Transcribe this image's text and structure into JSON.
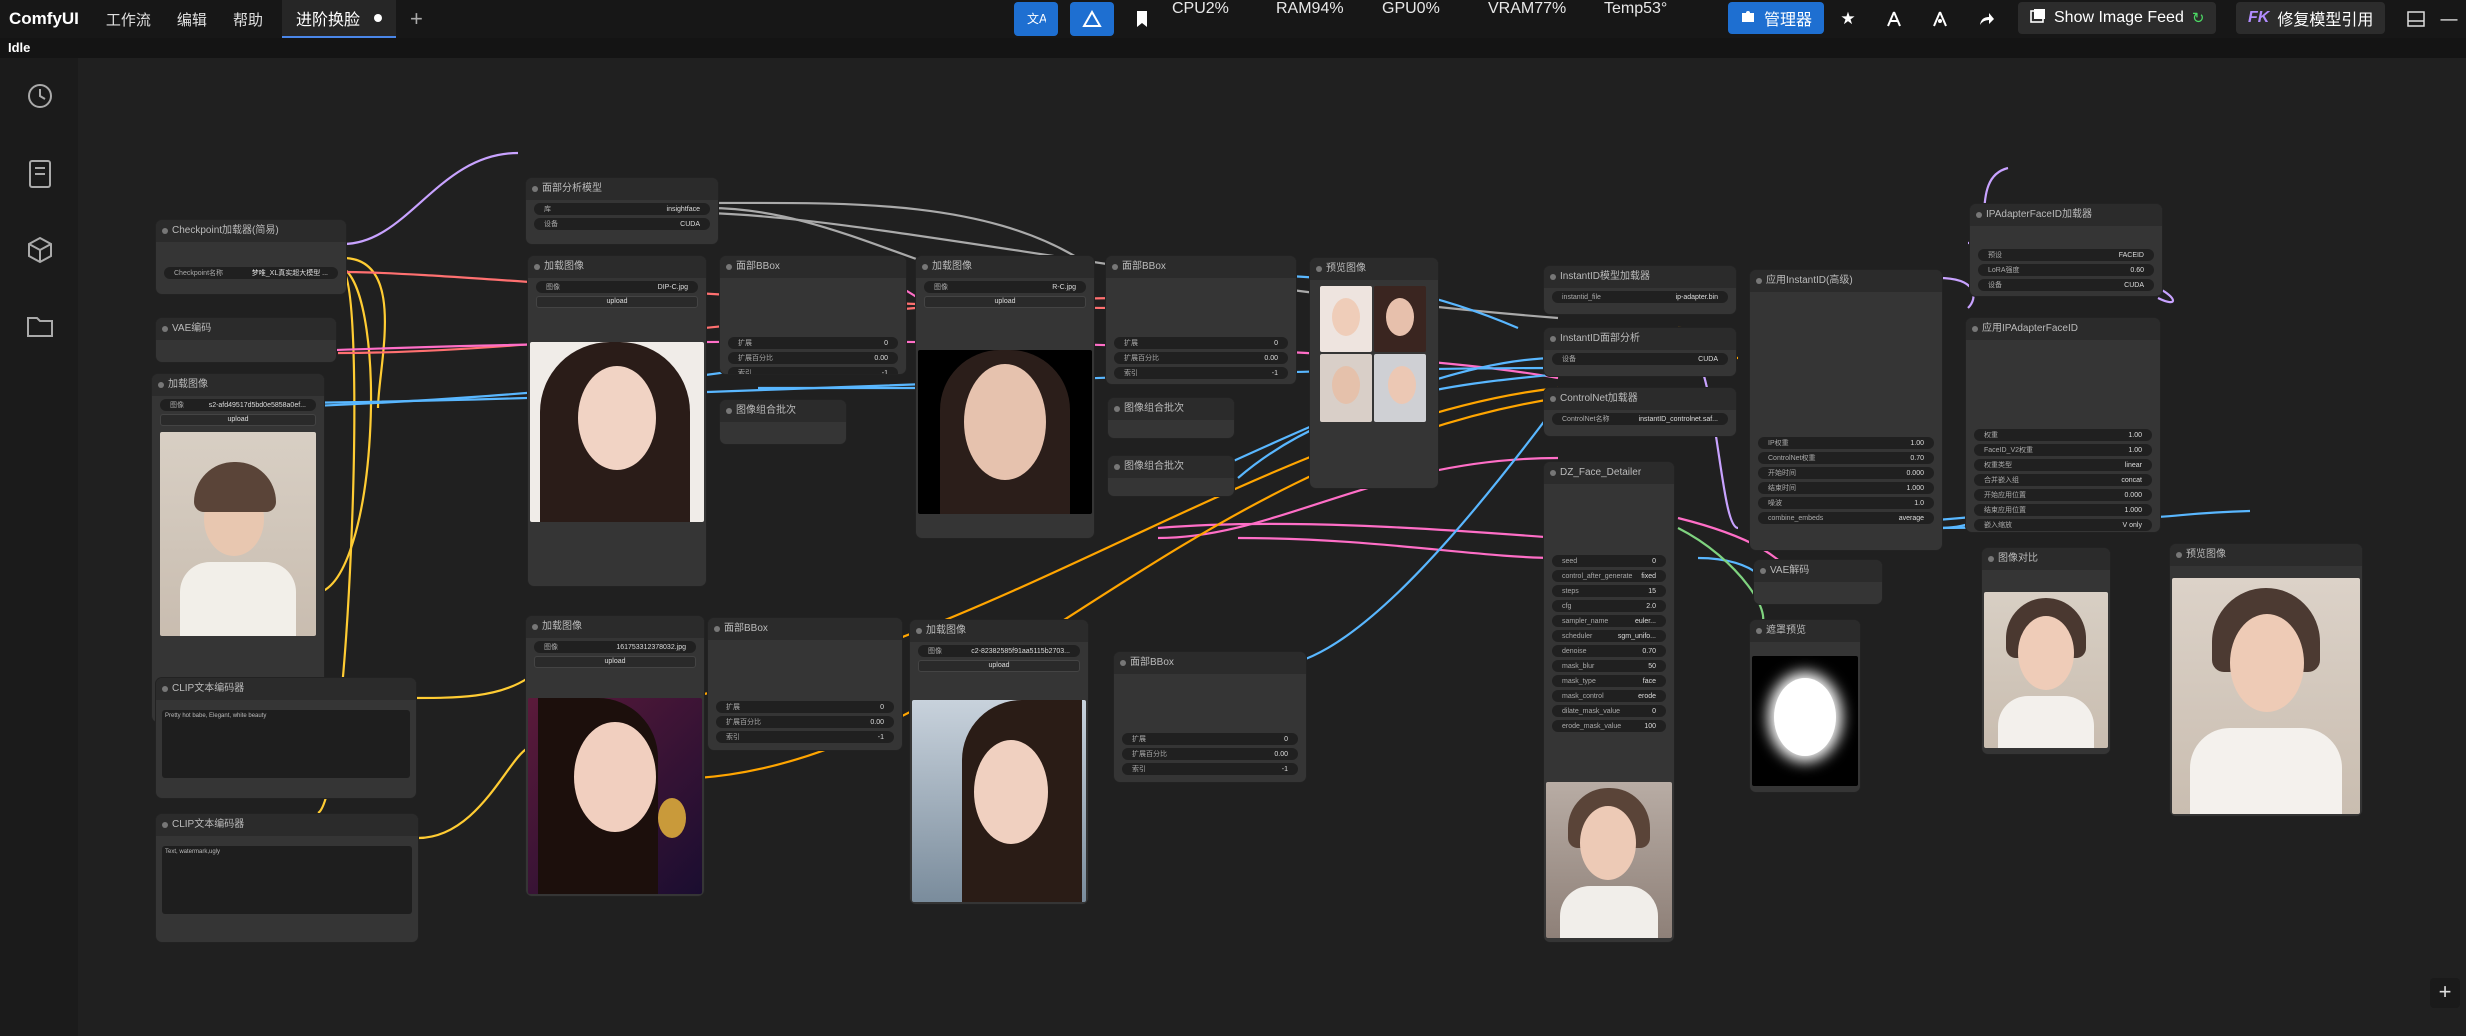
{
  "app": {
    "name": "ComfyUI",
    "status": "Idle"
  },
  "menu": [
    "工作流",
    "编辑",
    "帮助"
  ],
  "workflow_tab": {
    "label": "进阶换脸"
  },
  "stats": {
    "cpu": "CPU2%",
    "ram": "RAM94%",
    "gpu": "GPU0%",
    "vram": "VRAM77%",
    "temp": "Temp53°"
  },
  "toolbar": {
    "manager_label": "管理器",
    "image_feed_label": "Show Image Feed",
    "fix_label": "修复模型引用",
    "fix_badge": "FK"
  },
  "icons": {
    "translate": "translate-icon",
    "zoom": "triangle-icon",
    "bookmark": "bookmark-icon",
    "history": "history-icon",
    "queue": "book-icon",
    "model": "cube-icon",
    "workflow": "folder-icon"
  },
  "nodes": {
    "checkpoint": {
      "title": "Checkpoint加载器(简易)",
      "ckpt": "Checkpoint名称",
      "ckpt_val": "梦唯_XL真实超大模型 ..."
    },
    "vae_loader": {
      "title": "VAE编码"
    },
    "load_img_left": {
      "title": "加载图像",
      "label": "图像",
      "file": "s2-afd49517d5bd0e5858a0ef...",
      "upload": "upload"
    },
    "clip1": {
      "title": "CLIP文本编码器",
      "text": "Pretty hot babe, Elegant, white beauty"
    },
    "clip2": {
      "title": "CLIP文本编码器",
      "text": "Text, watermark,ugly"
    },
    "face_analysis": {
      "title": "面部分析模型",
      "w1": "库",
      "w1_val": "insightface",
      "w2": "设备",
      "w2_val": "CUDA"
    },
    "load_img_1": {
      "title": "加载图像",
      "label": "图像",
      "file": "DIP-C.jpg",
      "upload": "upload"
    },
    "bbox1": {
      "title": "面部BBox",
      "w1": "扩展",
      "w1_val": "0",
      "w2": "扩展百分比",
      "w2_val": "0.00",
      "w3": "索引",
      "w3_val": "-1"
    },
    "merge1": {
      "title": "图像组合批次"
    },
    "load_img_2": {
      "title": "加载图像",
      "label": "图像",
      "file": "R-C.jpg",
      "upload": "upload"
    },
    "bbox2": {
      "title": "面部BBox",
      "w1": "扩展",
      "w1_val": "0",
      "w2": "扩展百分比",
      "w2_val": "0.00",
      "w3": "索引",
      "w3_val": "-1"
    },
    "merge2": {
      "title": "图像组合批次"
    },
    "merge3": {
      "title": "图像组合批次"
    },
    "preview1": {
      "title": "预览图像"
    },
    "load_img_3": {
      "title": "加载图像",
      "label": "图像",
      "file": "161753312378032.jpg",
      "upload": "upload"
    },
    "bbox3": {
      "title": "面部BBox",
      "w1": "扩展",
      "w1_val": "0",
      "w2": "扩展百分比",
      "w2_val": "0.00",
      "w3": "索引",
      "w3_val": "-1"
    },
    "load_img_4": {
      "title": "加载图像",
      "label": "图像",
      "file": "c2-82382585f91aa5115b2703...",
      "upload": "upload"
    },
    "bbox4": {
      "title": "面部BBox",
      "w1": "扩展",
      "w1_val": "0",
      "w2": "扩展百分比",
      "w2_val": "0.00",
      "w3": "索引",
      "w3_val": "-1"
    },
    "instantid_loader": {
      "title": "InstantID模型加载器",
      "w1": "instantid_file",
      "w1_val": "ip-adapter.bin"
    },
    "instantid_face": {
      "title": "InstantID面部分析",
      "w1": "设备",
      "w1_val": "CUDA"
    },
    "controlnet": {
      "title": "ControlNet加载器",
      "w1": "ControlNet名称",
      "w1_val": "instantID_controlnet.saf..."
    },
    "apply_instantid": {
      "title": "应用InstantID(高级)",
      "rows": [
        [
          "IP权重",
          "1.00"
        ],
        [
          "ControlNet权重",
          "0.70"
        ],
        [
          "开始时间",
          "0.000"
        ],
        [
          "结束时间",
          "1.000"
        ],
        [
          "噪波",
          "1.0"
        ],
        [
          "combine_embeds",
          "average"
        ]
      ]
    },
    "detailer": {
      "title": "DZ_Face_Detailer",
      "rows": [
        [
          "seed",
          "0"
        ],
        [
          "control_after_generate",
          "fixed"
        ],
        [
          "steps",
          "15"
        ],
        [
          "cfg",
          "2.0"
        ],
        [
          "sampler_name",
          "euler..."
        ],
        [
          "scheduler",
          "sgm_unifo..."
        ],
        [
          "denoise",
          "0.70"
        ],
        [
          "mask_blur",
          "50"
        ],
        [
          "mask_type",
          "face"
        ],
        [
          "mask_control",
          "erode"
        ],
        [
          "dilate_mask_value",
          "0"
        ],
        [
          "erode_mask_value",
          "100"
        ]
      ]
    },
    "vae_decode": {
      "title": "VAE解码"
    },
    "mask_preview": {
      "title": "遮罩预览"
    },
    "ipadapter_loader": {
      "title": "IPAdapterFaceID加载器",
      "rows": [
        [
          "预设",
          "FACEID"
        ],
        [
          "LoRA强度",
          "0.60"
        ],
        [
          "设备",
          "CUDA"
        ]
      ]
    },
    "apply_ipadapter": {
      "title": "应用IPAdapterFaceID",
      "rows": [
        [
          "权重",
          "1.00"
        ],
        [
          "FaceID_V2权重",
          "1.00"
        ],
        [
          "权重类型",
          "linear"
        ],
        [
          "合并嵌入组",
          "concat"
        ],
        [
          "开始应用位置",
          "0.000"
        ],
        [
          "结束应用位置",
          "1.000"
        ],
        [
          "嵌入缩放",
          "V only"
        ]
      ]
    },
    "compare": {
      "title": "图像对比"
    },
    "preview_final": {
      "title": "预览图像"
    }
  }
}
